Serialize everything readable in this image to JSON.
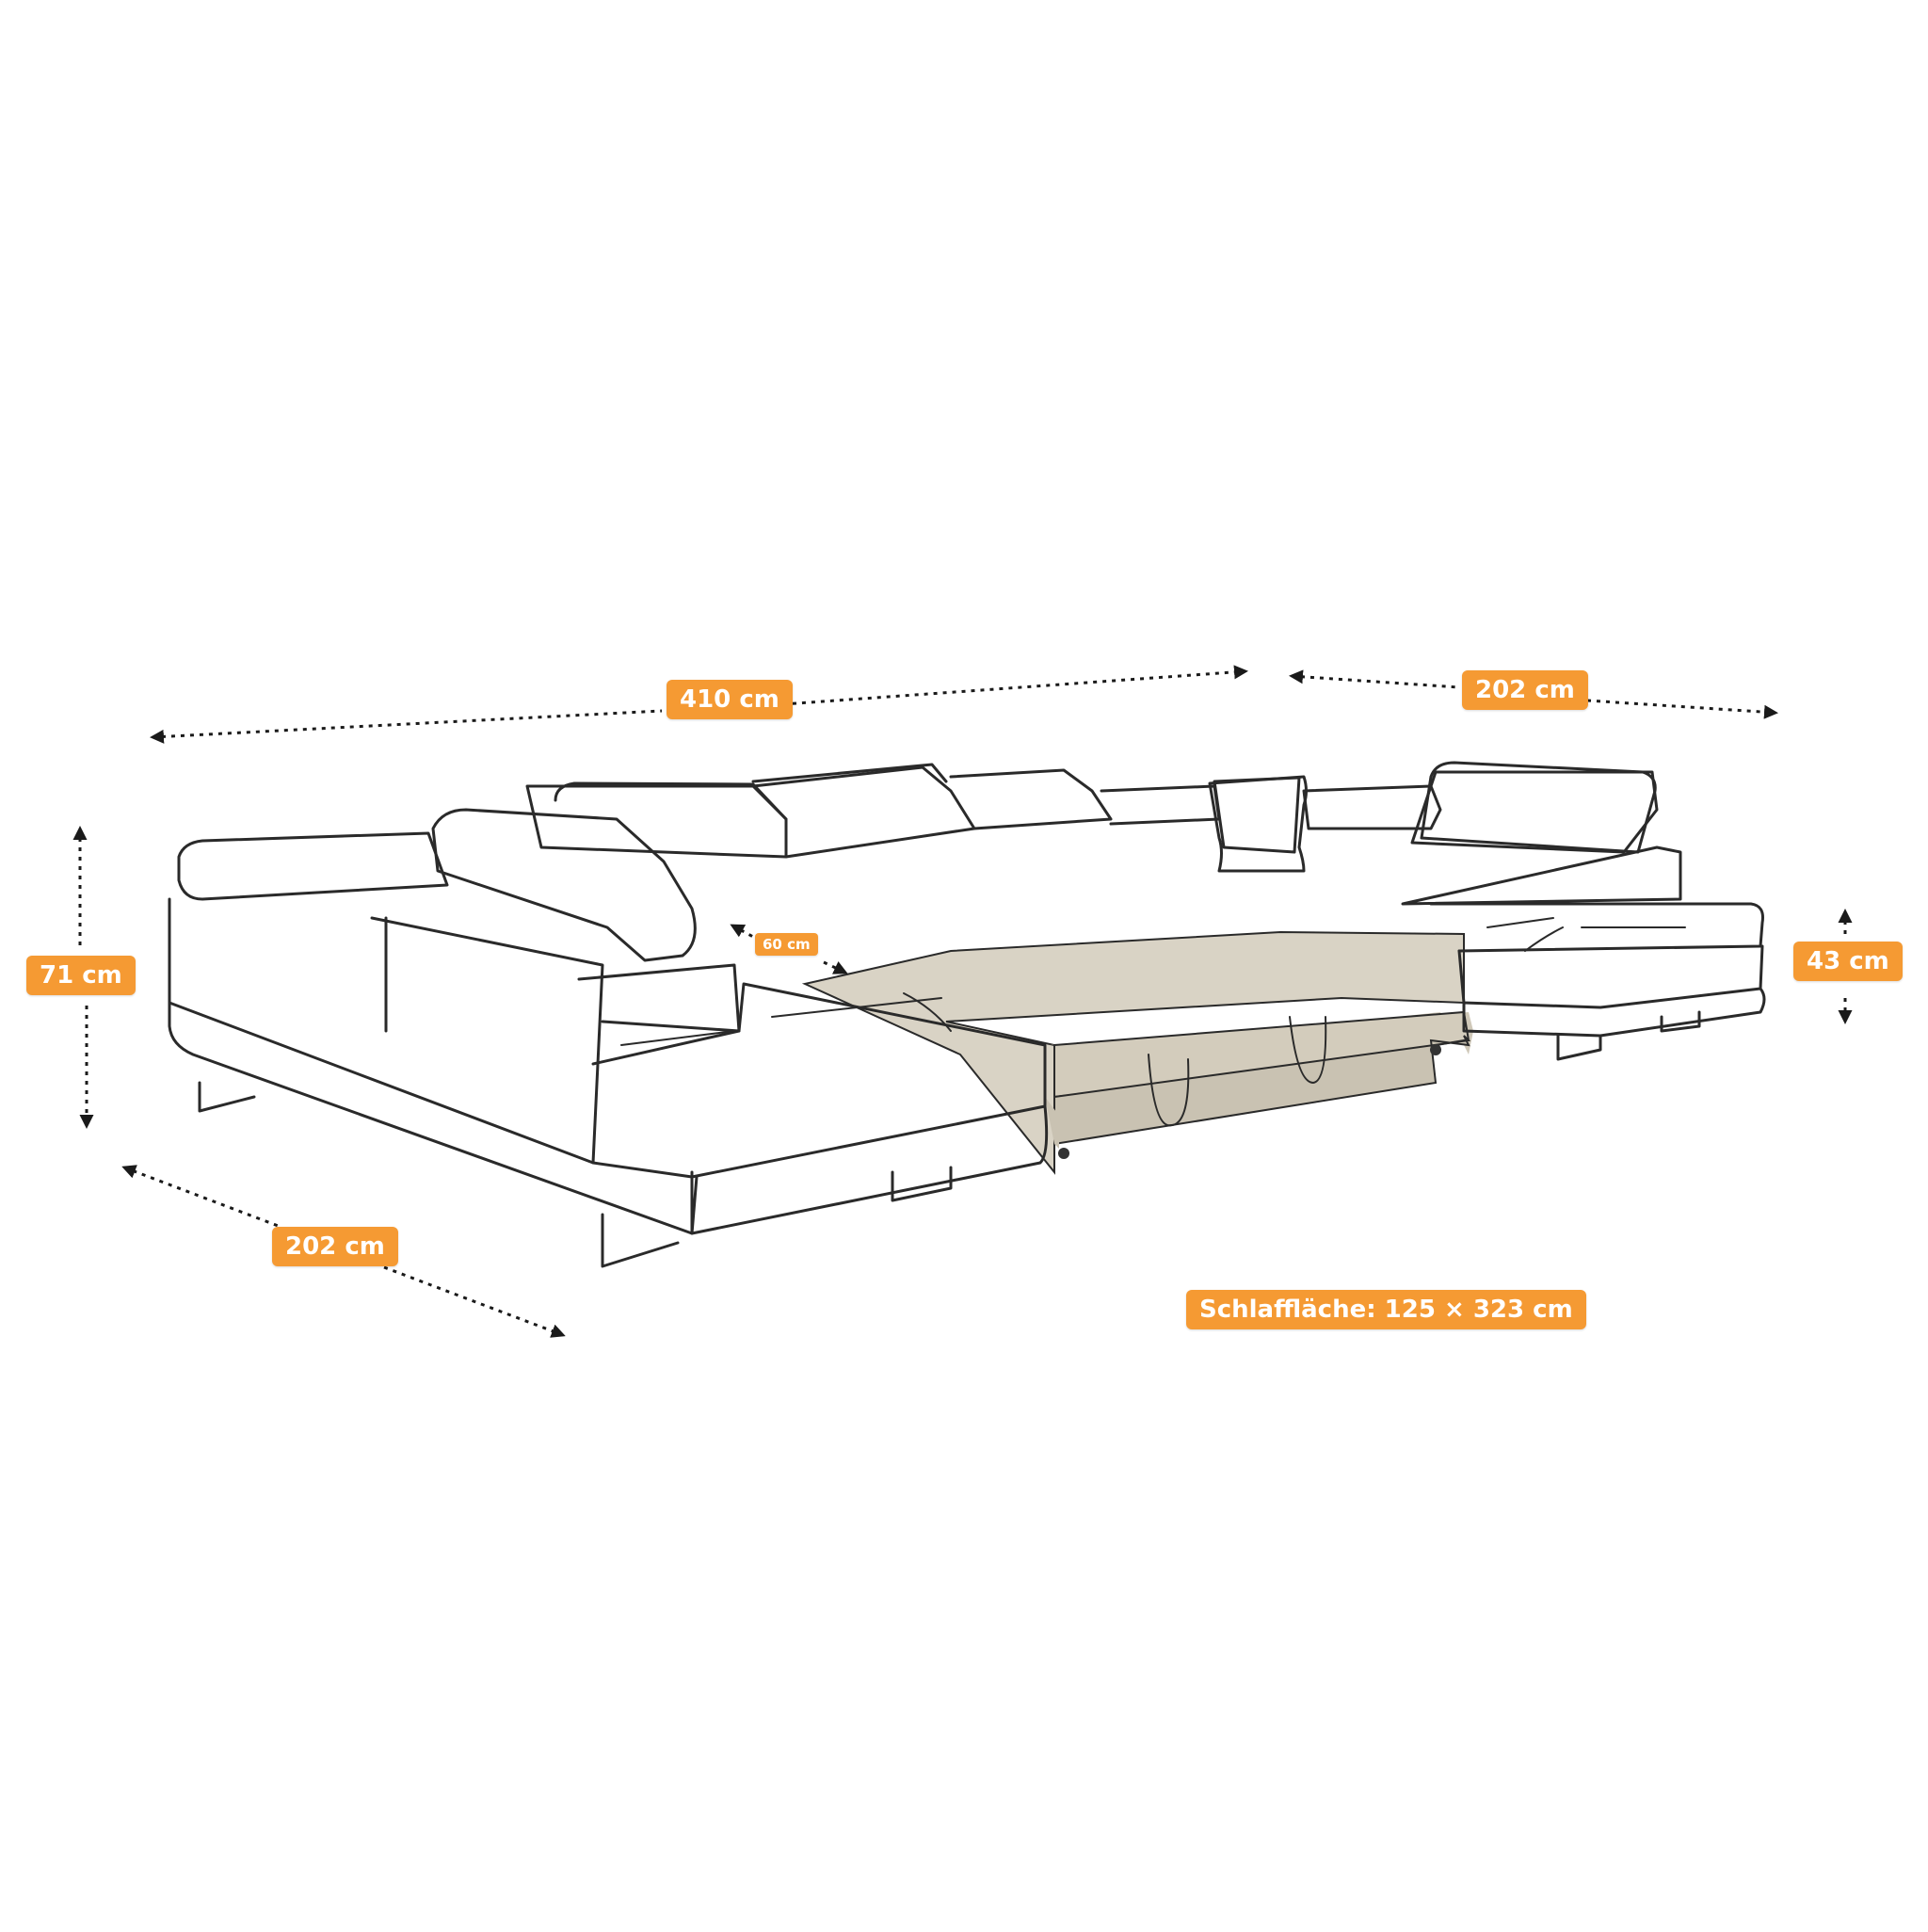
{
  "dimensions": {
    "width_total": "410 cm",
    "width_right": "202 cm",
    "height": "71 cm",
    "seat_height": "43 cm",
    "depth_left": "202 cm",
    "seat_depth": "60 cm",
    "sleeping_area": "Schlaffläche: 125 × 323 cm"
  },
  "colors": {
    "label_bg": "#f59a33",
    "label_text": "#ffffff",
    "outline": "#2a2a2a",
    "bed_fabric": "#d9d3c5"
  },
  "icons": [
    "arrow-icon",
    "dotted-dimension-line"
  ]
}
